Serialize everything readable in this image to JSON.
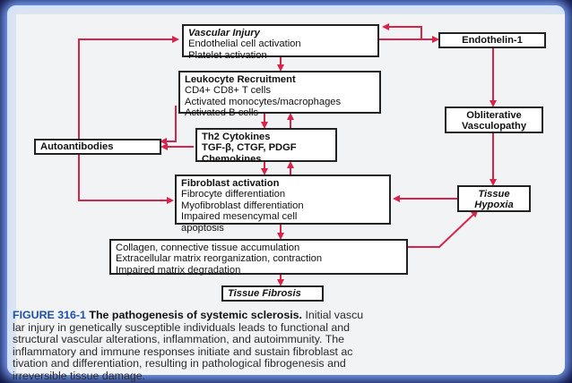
{
  "boxes": {
    "vascular_injury": {
      "title": "Vascular Injury",
      "lines": [
        "Endothelial cell activation",
        "Platelet activation"
      ]
    },
    "leukocyte": {
      "title": "Leukocyte Recruitment",
      "lines": [
        "CD4+ CD8+ T cells",
        "Activated monocytes/macrophages",
        "Activated B cells"
      ]
    },
    "th2": {
      "title": "Th2 Cytokines",
      "lines": [
        "TGF-β, CTGF, PDGF",
        "Chemokines"
      ]
    },
    "fibroblast": {
      "title": "Fibroblast activation",
      "lines": [
        "Fibrocyte differentiation",
        "Myofibroblast differentiation",
        "Impaired mesencymal cell",
        "apoptosis"
      ]
    },
    "collagen": {
      "lines": [
        "Collagen, connective tissue accumulation",
        "Extracellular matrix reorganization, contraction",
        "Impaired matrix degradation"
      ]
    },
    "tissue_fibrosis": {
      "title": "Tissue Fibrosis"
    },
    "autoantibodies": {
      "title": "Autoantibodies"
    },
    "endothelin": {
      "title": "Endothelin-1"
    },
    "obliterative": {
      "lines": [
        "Obliterative",
        "Vasculopathy"
      ]
    },
    "hypoxia": {
      "lines": [
        "Tissue",
        "Hypoxia"
      ]
    }
  },
  "caption": {
    "figure": "FIGURE 316-1",
    "title": "The pathogenesis of systemic sclerosis.",
    "lines": [
      "Initial vascu",
      "lar injury in genetically susceptible individuals leads to functional and",
      "structural vascular alterations, inflammation, and autoimmunity. The",
      "inflammatory and immune responses initiate and sustain fibroblast ac",
      "tivation and differentiation, resulting in pathological fibrogenesis and",
      "irreversible tissue damage."
    ]
  },
  "colors": {
    "arrow": "#d8234a",
    "caption_figure": "#1f4fa8",
    "background": "#0a0f3d"
  }
}
